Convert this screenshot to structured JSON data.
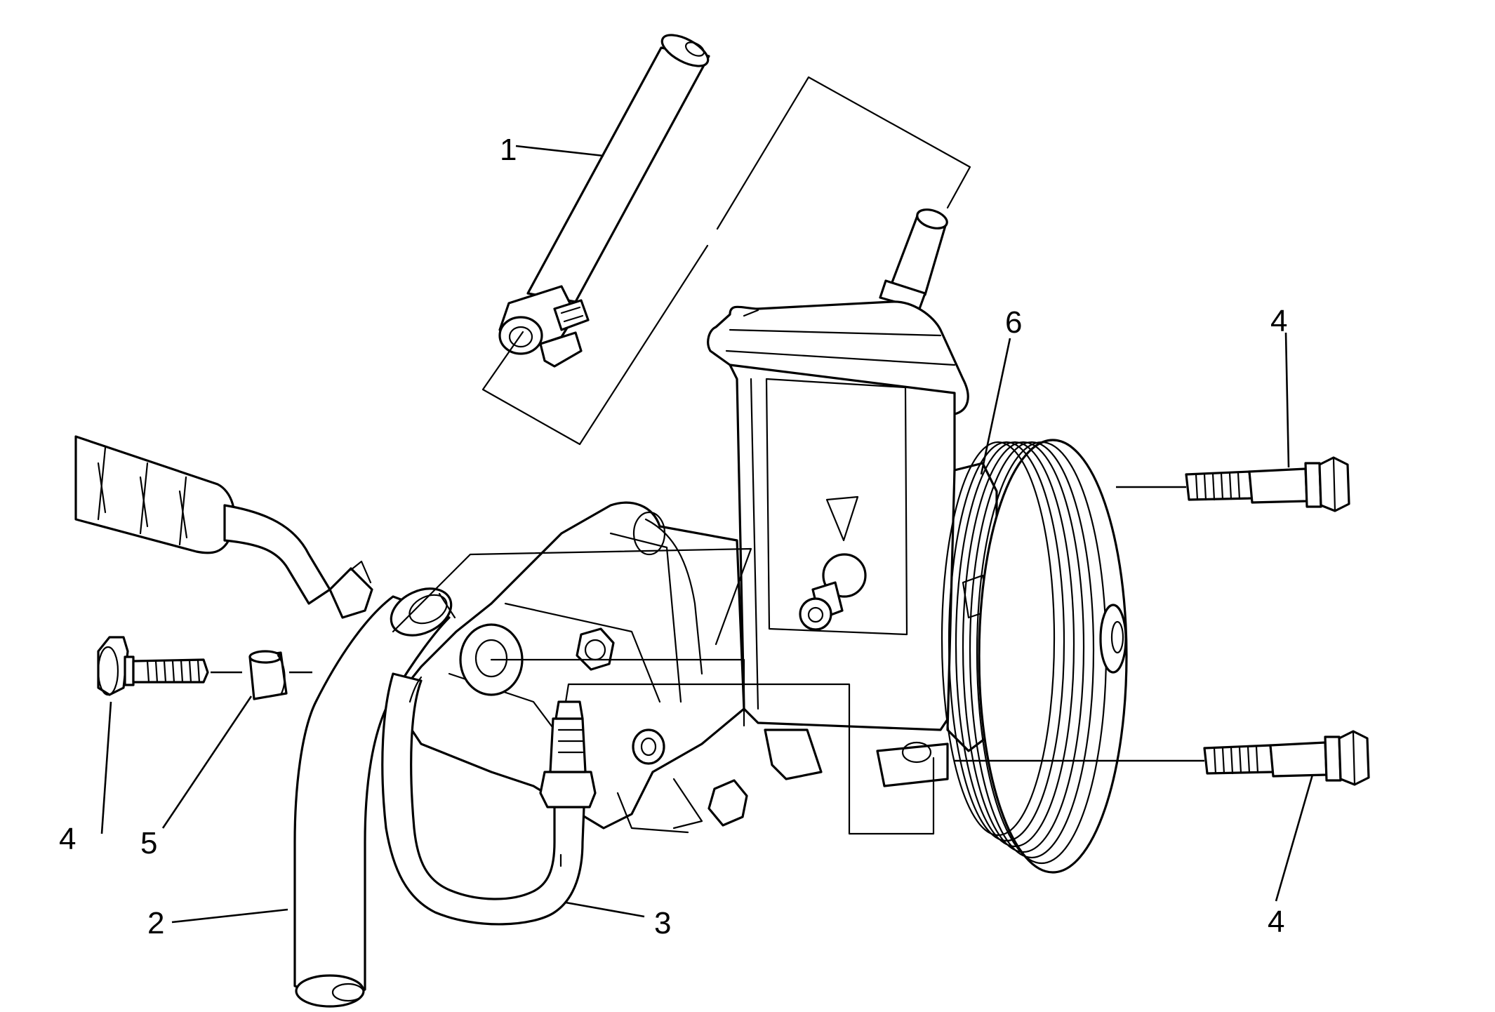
{
  "callouts": {
    "c1": "1",
    "c2": "2",
    "c3": "3",
    "c4_left": "4",
    "c4_upper_right": "4",
    "c4_lower_right": "4",
    "c5": "5",
    "c6": "6"
  },
  "colors": {
    "line": "#000000",
    "background": "#ffffff"
  }
}
